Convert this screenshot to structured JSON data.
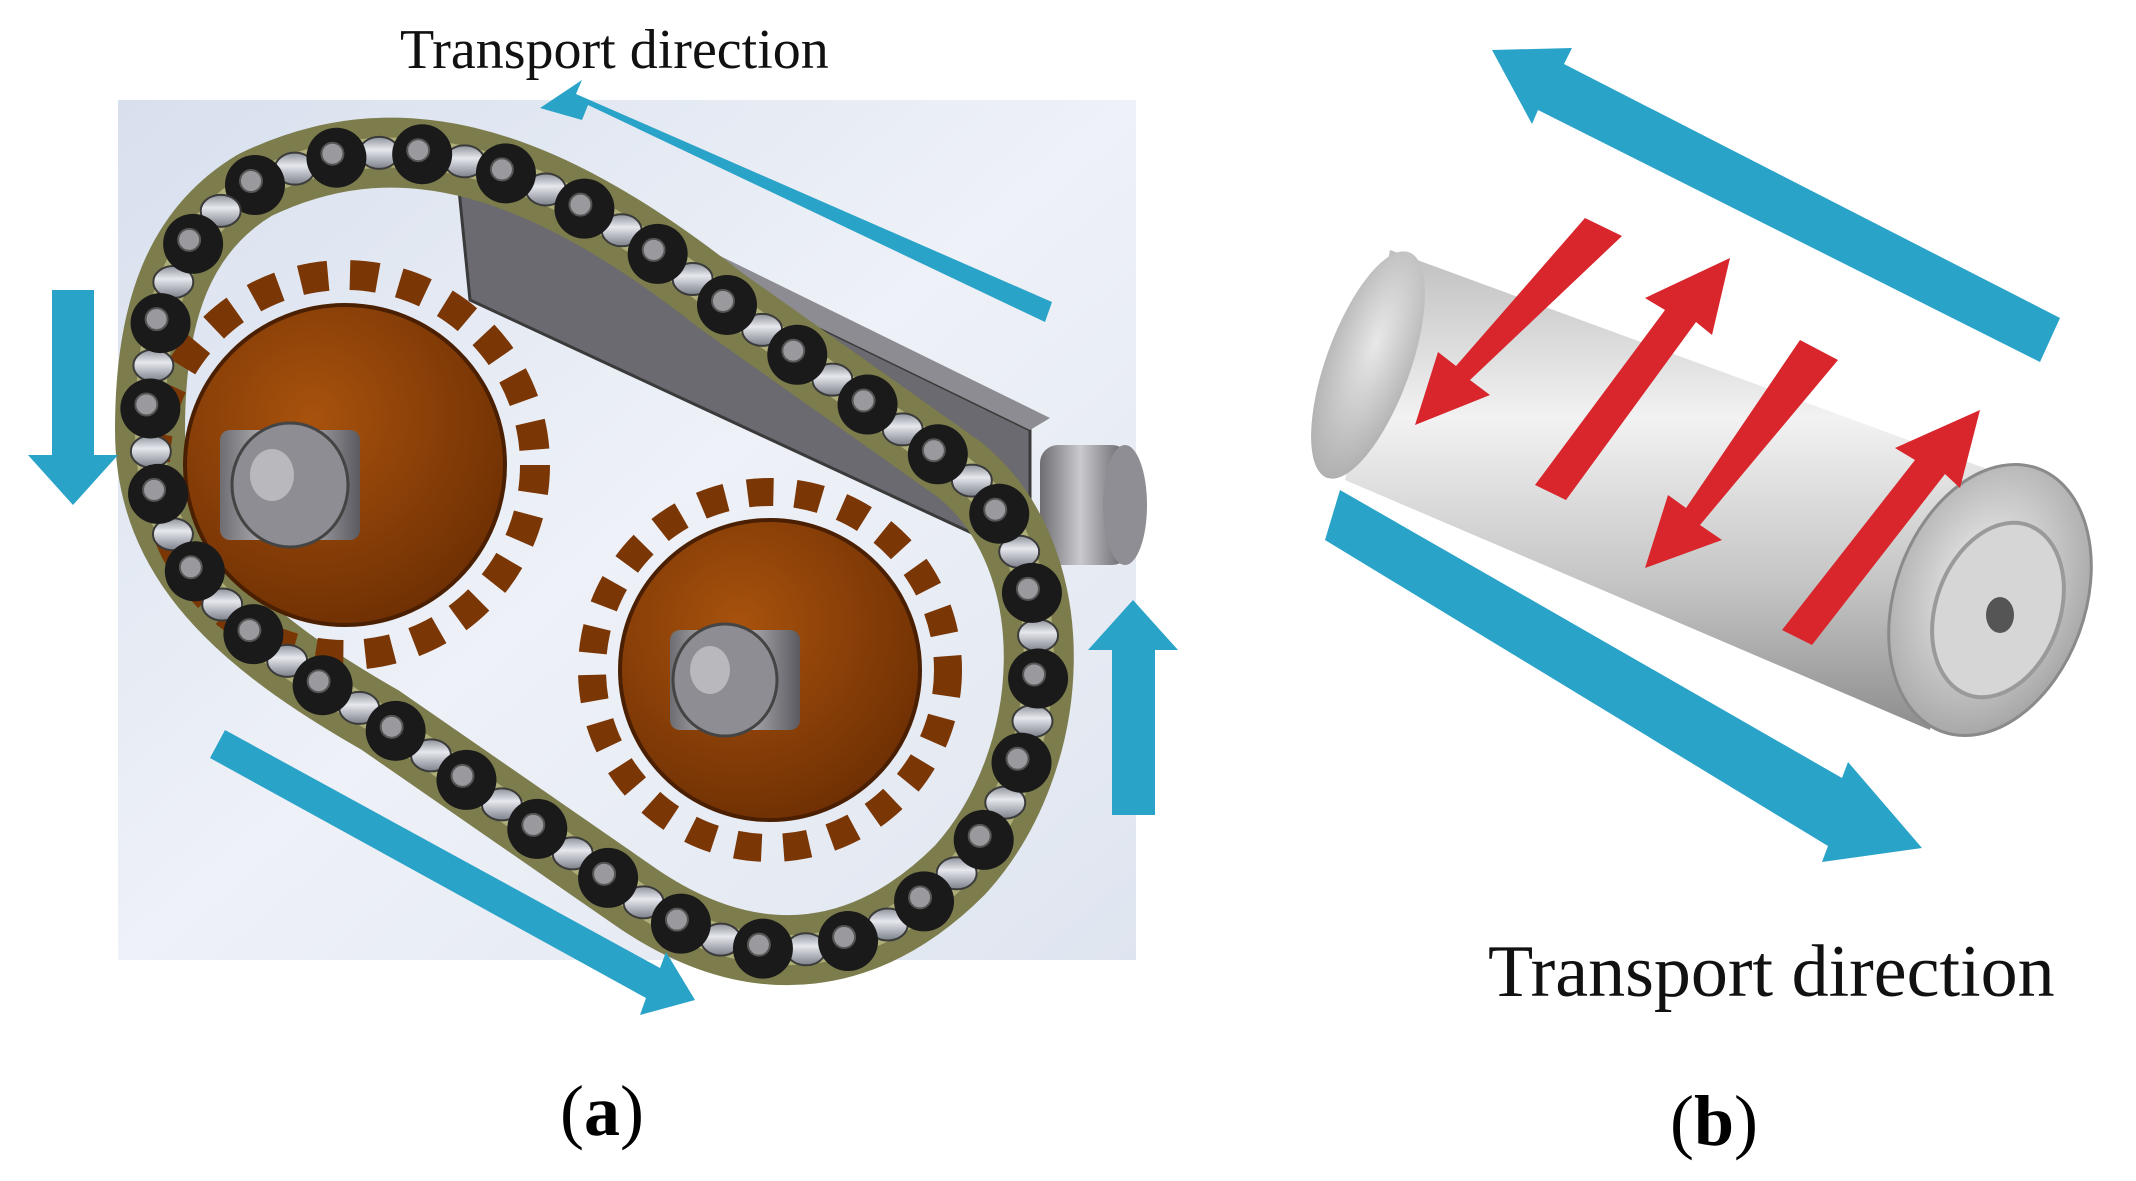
{
  "panel_a": {
    "direction_label": "Transport direction",
    "caption_open": "(",
    "caption_letter": "a",
    "caption_close": ")"
  },
  "panel_b": {
    "direction_label": "Transport direction",
    "caption_open": "(",
    "caption_letter": "b",
    "caption_close": ")"
  },
  "colors": {
    "arrow_blue": "#2aa3c8",
    "arrow_red": "#d8262c",
    "sprocket": "#8b3e06",
    "chain_plate": "#1a1a1a",
    "chain_link_olive": "#8a8a58",
    "roller_steel": "#b8bcc4",
    "background_a": "#e4e9f2"
  }
}
